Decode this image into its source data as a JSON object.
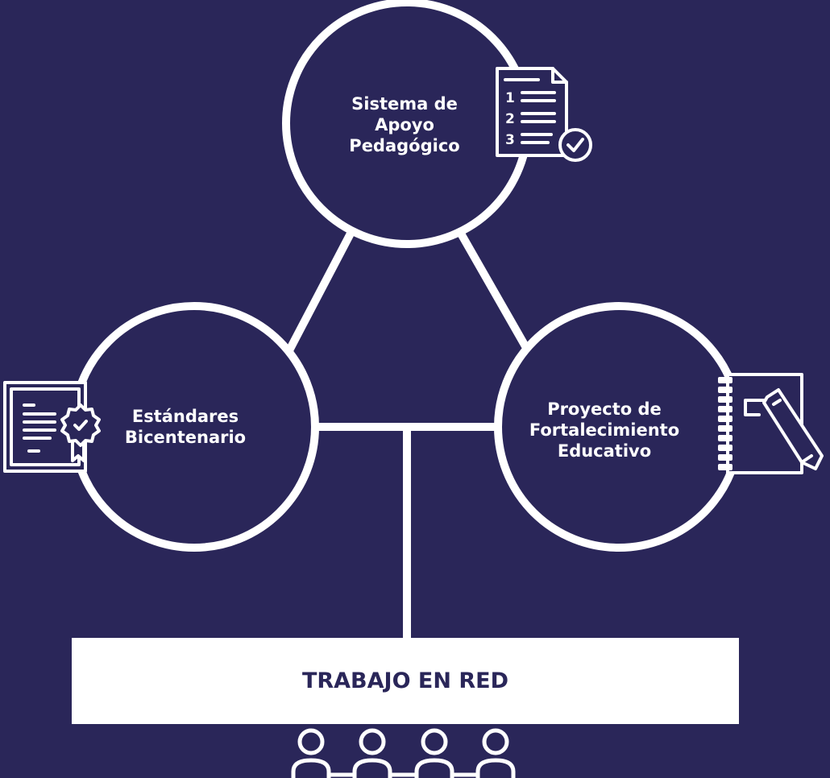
{
  "colors": {
    "background": "#2a2659",
    "foreground": "#ffffff"
  },
  "nodes": {
    "top": {
      "lines": [
        "Sistema de",
        "Apoyo",
        "Pedagógico"
      ],
      "icon": "numbered-checklist-icon"
    },
    "left": {
      "lines": [
        "Estándares",
        "Bicentenario"
      ],
      "icon": "certificate-icon"
    },
    "right": {
      "lines": [
        "Proyecto de",
        "Fortalecimiento",
        "Educativo"
      ],
      "icon": "notebook-pencil-icon"
    }
  },
  "network": {
    "label": "TRABAJO EN RED",
    "icon": "people-network-icon",
    "people_count": 4
  },
  "checklist_numbers": [
    "1",
    "2",
    "3"
  ]
}
